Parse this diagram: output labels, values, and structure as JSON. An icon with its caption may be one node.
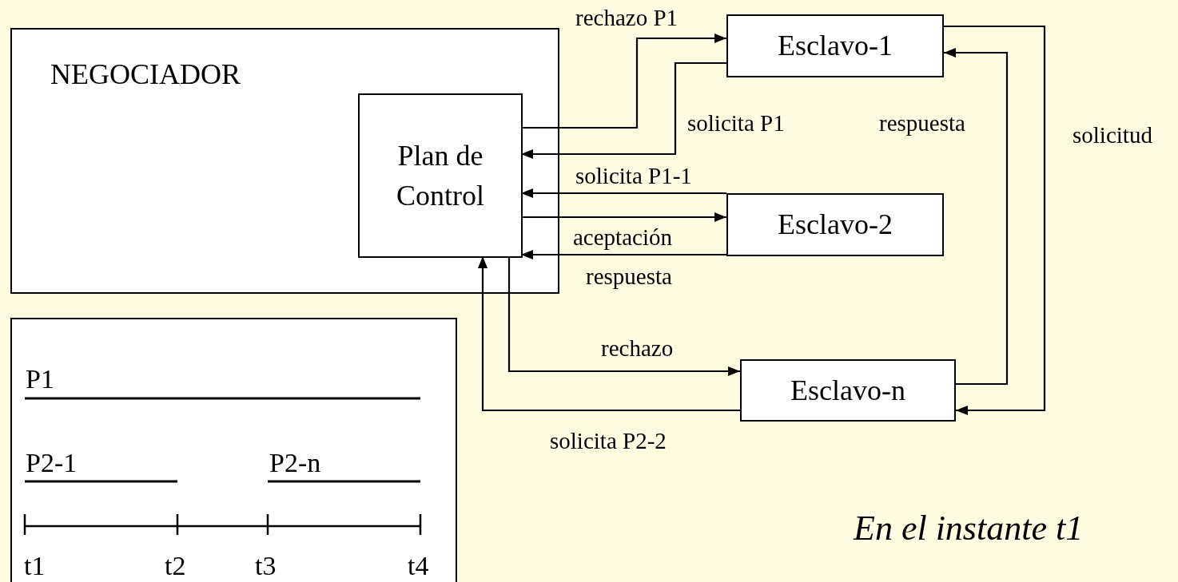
{
  "diagram": {
    "caption": "En el instante t1",
    "nodes": [
      {
        "text": [
          "NEGOCIADOR"
        ]
      },
      {
        "text": [
          "Plan de Control"
        ],
        "in": 0
      },
      {
        "text": [
          "Esclavo-1"
        ]
      },
      {
        "text": [
          "Esclavo-2"
        ]
      },
      {
        "text": [
          "Esclavo-n"
        ]
      },
      {
        "text": [
          "P1",
          "P2-1",
          "P2-n",
          "t1",
          "t2",
          "t3",
          "t4"
        ]
      }
    ],
    "edges": [
      {
        "from": 1,
        "to": 2,
        "arrow": "to",
        "label": "rechazo P1"
      },
      {
        "from": 2,
        "to": 1,
        "arrow": "to",
        "label": "solicita P1"
      },
      {
        "from": 3,
        "to": 1,
        "arrow": "to",
        "label": "solicita P1-1"
      },
      {
        "from": 1,
        "to": 3,
        "arrow": "to",
        "label": "aceptación"
      },
      {
        "from": 3,
        "to": 1,
        "arrow": "to",
        "label": "respuesta"
      },
      {
        "from": 1,
        "to": 4,
        "arrow": "to",
        "label": "rechazo"
      },
      {
        "from": 4,
        "to": 1,
        "arrow": "to",
        "label": "solicita P2-2"
      },
      {
        "from": 4,
        "to": 2,
        "arrow": "to",
        "label": "respuesta"
      },
      {
        "from": 2,
        "to": 4,
        "arrow": "to",
        "label": "solicitud"
      }
    ]
  }
}
